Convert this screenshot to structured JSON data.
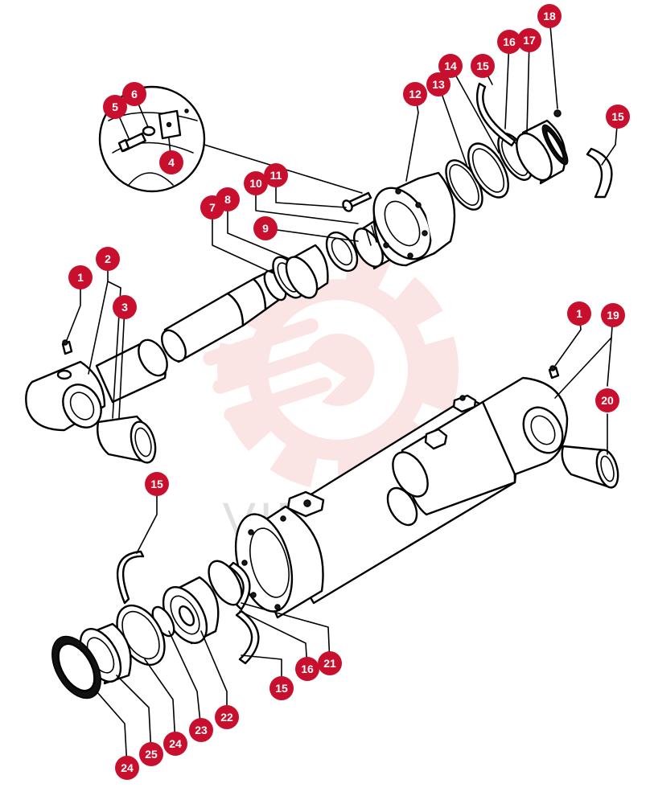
{
  "colors": {
    "callout_fill": "#c8102e",
    "callout_text": "#ffffff",
    "watermark": "#f4a0a0"
  },
  "watermark": {
    "text": "VIRTEX"
  },
  "callouts": [
    {
      "id": "c-18",
      "label": "18"
    },
    {
      "id": "c-16a",
      "label": "16"
    },
    {
      "id": "c-17",
      "label": "17"
    },
    {
      "id": "c-14",
      "label": "14"
    },
    {
      "id": "c-15a",
      "label": "15"
    },
    {
      "id": "c-13",
      "label": "13"
    },
    {
      "id": "c-12",
      "label": "12"
    },
    {
      "id": "c-15b",
      "label": "15"
    },
    {
      "id": "c-6",
      "label": "6"
    },
    {
      "id": "c-5",
      "label": "5"
    },
    {
      "id": "c-4",
      "label": "4"
    },
    {
      "id": "c-11",
      "label": "11"
    },
    {
      "id": "c-10",
      "label": "10"
    },
    {
      "id": "c-8",
      "label": "8"
    },
    {
      "id": "c-7a",
      "label": "7"
    },
    {
      "id": "c-9",
      "label": "9"
    },
    {
      "id": "c-2",
      "label": "2"
    },
    {
      "id": "c-1a",
      "label": "1"
    },
    {
      "id": "c-3",
      "label": "3"
    },
    {
      "id": "c-1b",
      "label": "1"
    },
    {
      "id": "c-19",
      "label": "19"
    },
    {
      "id": "c-20",
      "label": "20"
    },
    {
      "id": "c-15c",
      "label": "15"
    },
    {
      "id": "c-21",
      "label": "21"
    },
    {
      "id": "c-16b",
      "label": "16"
    },
    {
      "id": "c-15d",
      "label": "15"
    },
    {
      "id": "c-22",
      "label": "22"
    },
    {
      "id": "c-23",
      "label": "23"
    },
    {
      "id": "c-24a",
      "label": "24"
    },
    {
      "id": "c-25",
      "label": "25"
    },
    {
      "id": "c-24b",
      "label": "24"
    }
  ]
}
